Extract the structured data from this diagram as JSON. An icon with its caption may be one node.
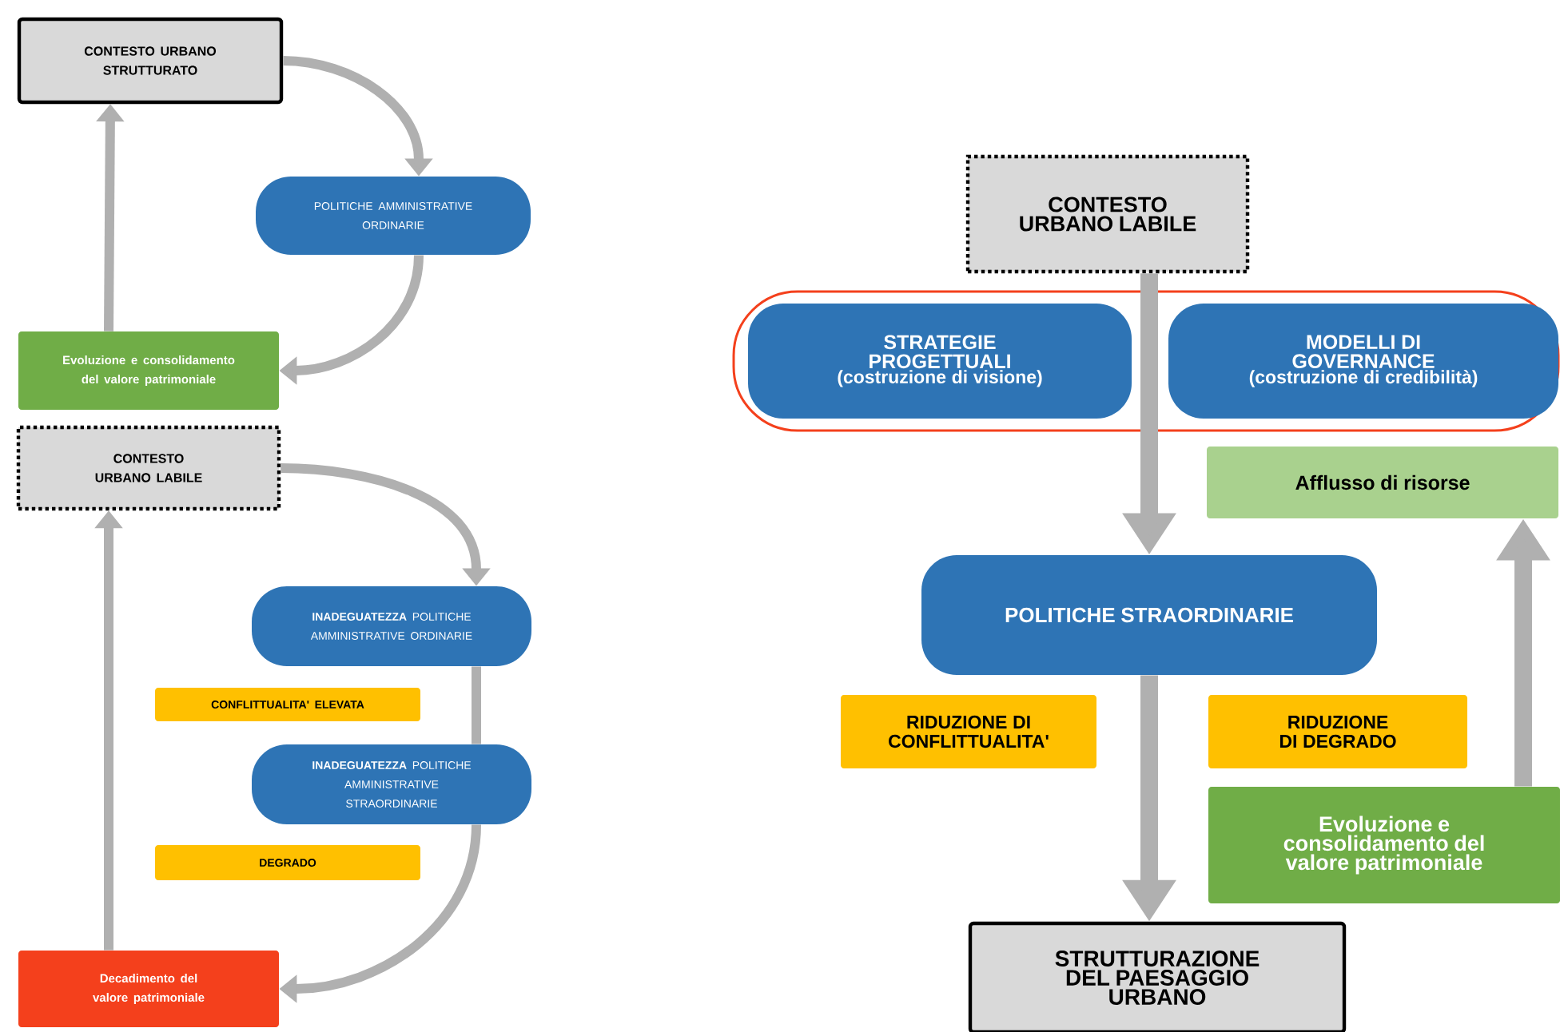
{
  "diagram": {
    "nodes": [
      {
        "text": [
          "CONTESTO URBANO STRUTTURATO"
        ]
      },
      {
        "text": [
          "POLITICHE AMMINISTRATIVE ORDINARIE"
        ]
      },
      {
        "text": [
          "Evoluzione e consolidamento del valore patrimoniale"
        ]
      },
      {
        "text": [
          "CONTESTO URBANO LABILE"
        ]
      },
      {
        "text": [
          "**INADEGUATEZZA** POLITICHE AMMINISTRATIVE ORDINARIE"
        ]
      },
      {
        "text": [
          "CONFLITTUALITA' ELEVATA"
        ]
      },
      {
        "text": [
          "**INADEGUATEZZA** POLITICHE AMMINISTRATIVE STRAORDINARIE"
        ]
      },
      {
        "text": [
          "DEGRADO"
        ]
      },
      {
        "text": [
          "Decadimento del valore patrimoniale"
        ]
      },
      {
        "text": [
          "CONTESTO URBANO LABILE"
        ]
      },
      {
        "text": [],
        "shape": "box"
      },
      {
        "text": [
          "STRATEGIE PROGETTUALI",
          "(costruzione di visione)"
        ],
        "in": 10
      },
      {
        "text": [
          "MODELLI DI GOVERNANCE",
          "(costruzione di credibilità)"
        ],
        "in": 10
      },
      {
        "text": [
          "Afflusso di risorse"
        ]
      },
      {
        "text": [
          "POLITICHE STRAORDINARIE"
        ]
      },
      {
        "text": [
          "RIDUZIONE DI CONFLITTUALITA'"
        ]
      },
      {
        "text": [
          "RIDUZIONE DI DEGRADO"
        ]
      },
      {
        "text": [
          "Evoluzione e consolidamento del valore patrimoniale"
        ]
      },
      {
        "text": [
          "STRUTTURAZIONE DEL PAESAGGIO URBANO"
        ]
      }
    ],
    "edges": [
      {
        "from": 0,
        "to": 1,
        "arrow": "to"
      },
      {
        "from": 1,
        "to": 2,
        "arrow": "to"
      },
      {
        "from": 2,
        "to": 0,
        "arrow": "to"
      },
      {
        "from": 3,
        "to": 4,
        "arrow": "to"
      },
      {
        "from": 4,
        "to": 6,
        "arrow": "none"
      },
      {
        "from": 6,
        "to": 8,
        "arrow": "to"
      },
      {
        "from": 8,
        "to": 3,
        "arrow": "to"
      },
      {
        "from": 9,
        "to": 14,
        "arrow": "to",
        "style": "thick"
      },
      {
        "from": 14,
        "to": 18,
        "arrow": "to",
        "style": "thick"
      },
      {
        "from": 17,
        "to": 13,
        "arrow": "to",
        "style": "thick"
      }
    ]
  }
}
